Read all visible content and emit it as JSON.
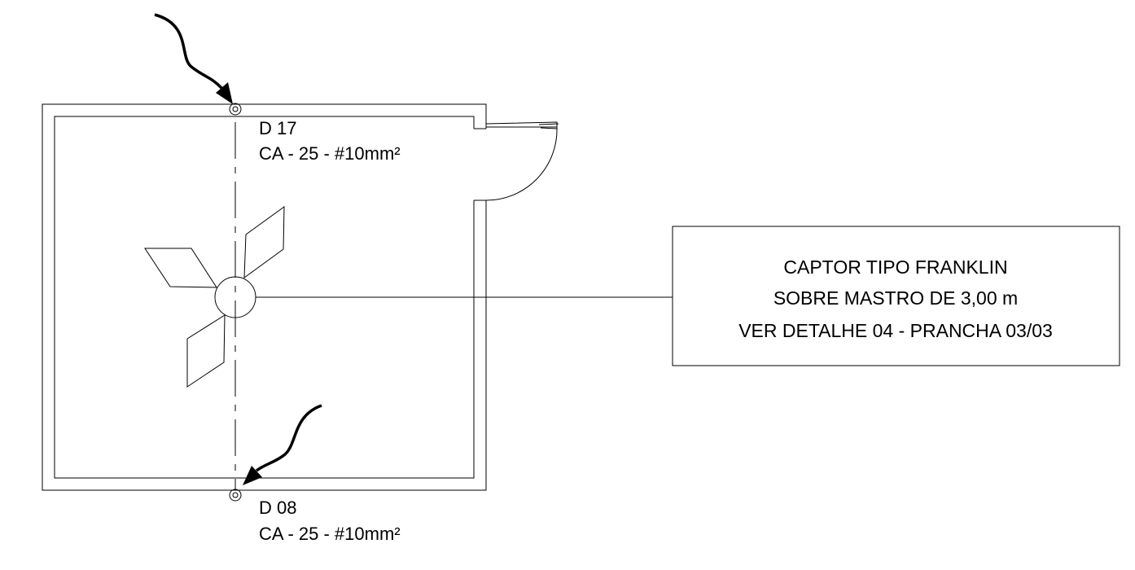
{
  "down_conductors": [
    {
      "id": "D 17",
      "spec": "CA - 25 - #10mm²"
    },
    {
      "id": "D 08",
      "spec": "CA - 25 - #10mm²"
    }
  ],
  "captor_note": {
    "lines": [
      "CAPTOR TIPO FRANKLIN",
      "SOBRE MASTRO DE 3,00 m",
      "VER DETALHE 04 - PRANCHA 03/03"
    ]
  },
  "colors": {
    "line": "#000000",
    "background": "#ffffff"
  }
}
